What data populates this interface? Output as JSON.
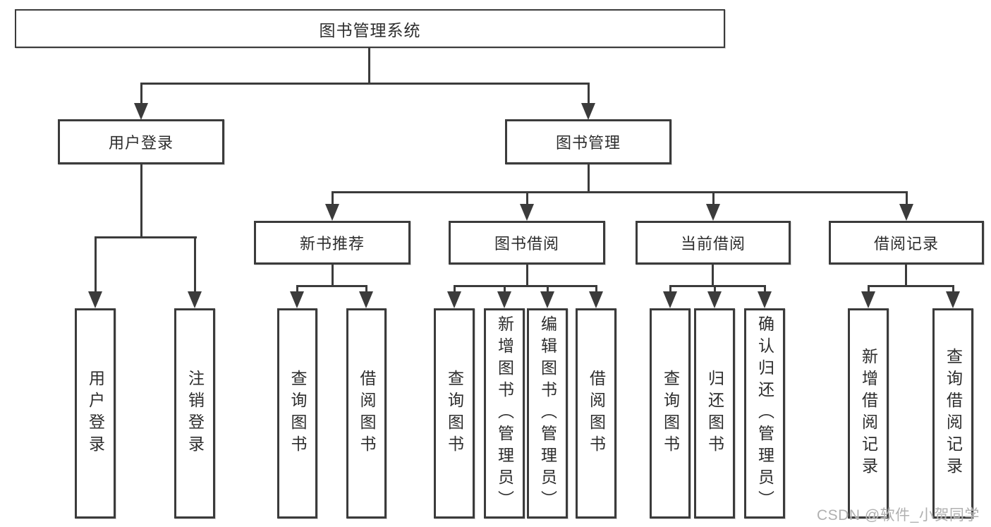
{
  "diagram_title": "图书管理系统",
  "tree": {
    "label": "图书管理系统",
    "children": [
      {
        "label": "用户登录",
        "children": [
          {
            "label": "用户登录"
          },
          {
            "label": "注销登录"
          }
        ]
      },
      {
        "label": "图书管理",
        "children": [
          {
            "label": "新书推荐",
            "children": [
              {
                "label": "查询图书"
              },
              {
                "label": "借阅图书"
              }
            ]
          },
          {
            "label": "图书借阅",
            "children": [
              {
                "label": "查询图书"
              },
              {
                "label": "新增图书（管理员）"
              },
              {
                "label": "编辑图书（管理员）"
              },
              {
                "label": "借阅图书"
              }
            ]
          },
          {
            "label": "当前借阅",
            "children": [
              {
                "label": "查询图书"
              },
              {
                "label": "归还图书"
              },
              {
                "label": "确认归还（管理员）"
              }
            ]
          },
          {
            "label": "借阅记录",
            "children": [
              {
                "label": "新增借阅记录"
              },
              {
                "label": "查询借阅记录"
              }
            ]
          }
        ]
      }
    ]
  },
  "watermark": {
    "text": "CSDN @软件_小贺同学"
  },
  "colors": {
    "line": "#3b3b3b",
    "text": "#2d2d2d",
    "background": "#ffffff",
    "watermark": "#b0b0b0"
  }
}
